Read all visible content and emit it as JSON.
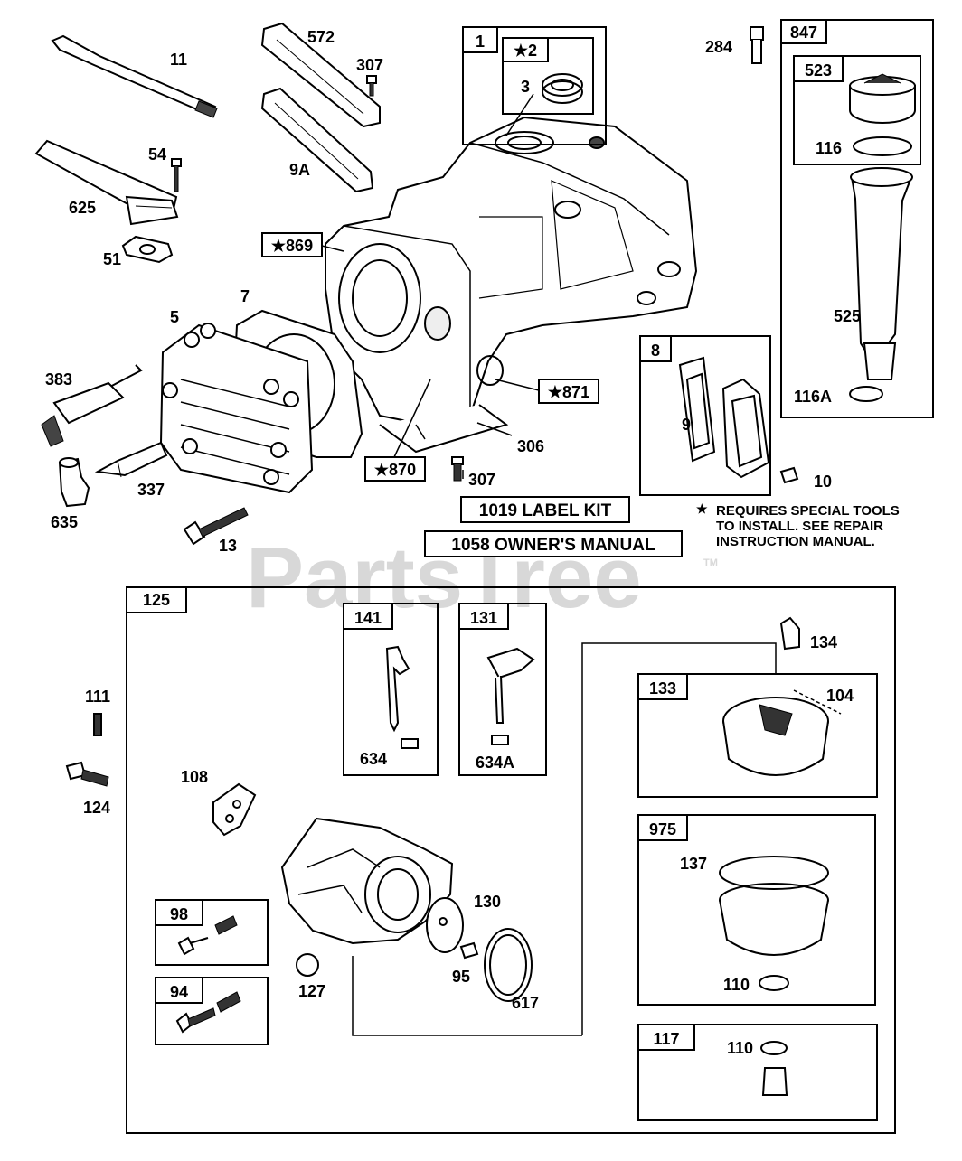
{
  "watermark": "PartsTree",
  "trademark": "TM",
  "notes": {
    "label_kit": "1019 LABEL KIT",
    "owners_manual": "1058 OWNER'S MANUAL",
    "special_tools_star": "★",
    "special_tools_line1": "REQUIRES SPECIAL TOOLS",
    "special_tools_line2": "TO INSTALL.  SEE REPAIR",
    "special_tools_line3": "INSTRUCTION MANUAL."
  },
  "boxes": {
    "b1": "1",
    "b2": "★2",
    "b847": "847",
    "b523": "523",
    "b869": "★869",
    "b871": "★871",
    "b870": "★870",
    "b8": "8",
    "b125": "125",
    "b141": "141",
    "b131": "131",
    "b133": "133",
    "b975": "975",
    "b117": "117",
    "b98": "98",
    "b94": "94"
  },
  "labels": {
    "p11": "11",
    "p572": "572",
    "p307a": "307",
    "p3": "3",
    "p284": "284",
    "p54": "54",
    "p625": "625",
    "p9A": "9A",
    "p116": "116",
    "p51": "51",
    "p7": "7",
    "p5": "5",
    "p525": "525",
    "p383": "383",
    "p116A": "116A",
    "p9": "9",
    "p306": "306",
    "p337": "337",
    "p307b": "307",
    "p10": "10",
    "p635": "635",
    "p13": "13",
    "p134": "134",
    "p111": "111",
    "p104": "104",
    "p634": "634",
    "p634A": "634A",
    "p124": "124",
    "p108": "108",
    "p137": "137",
    "p130": "130",
    "p127": "127",
    "p95": "95",
    "p617": "617",
    "p110a": "110",
    "p110b": "110"
  }
}
